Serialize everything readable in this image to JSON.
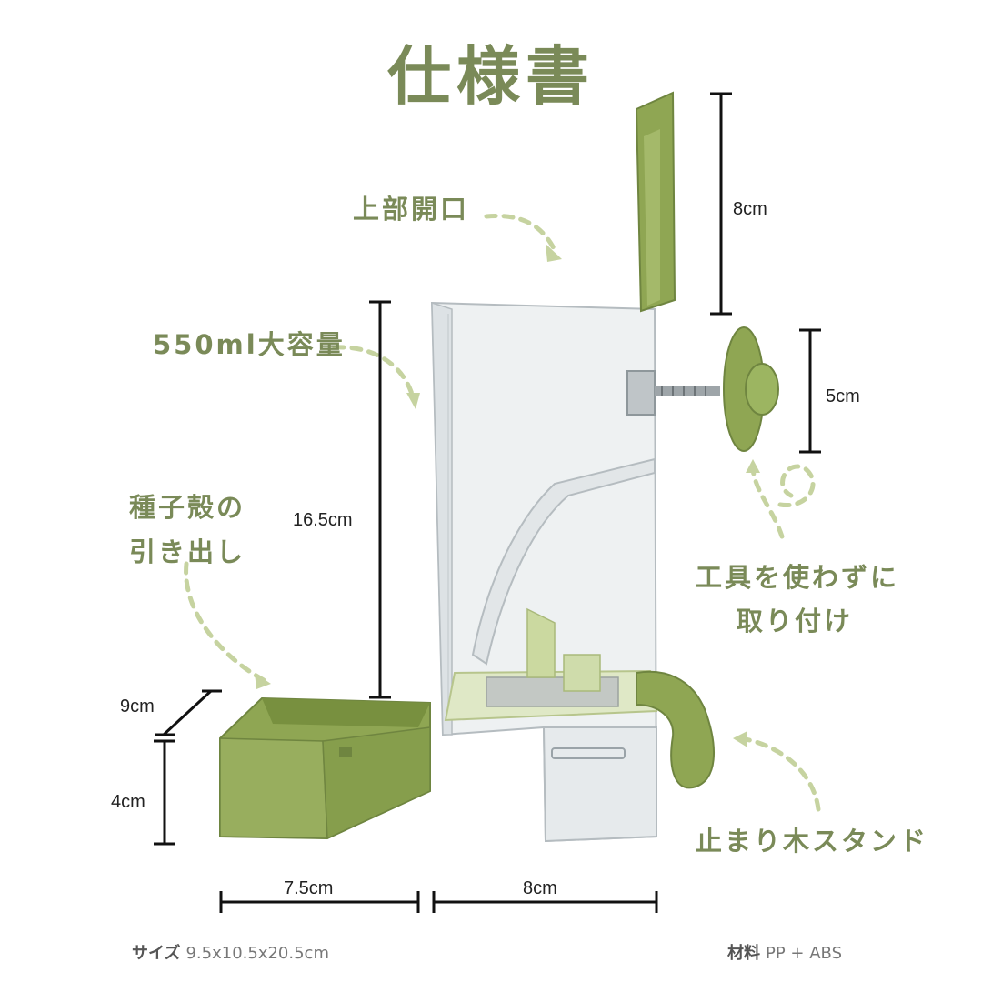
{
  "title": "仕様書",
  "labels": {
    "top_opening": "上部開口",
    "capacity": "550ml大容量",
    "drawer_line1": "種子殻の",
    "drawer_line2": "引き出し",
    "tool_free_line1": "工具を使わずに",
    "tool_free_line2": "取り付け",
    "perch_stand": "止まり木スタンド"
  },
  "dimensions": {
    "lid_height": "8cm",
    "knob_diameter": "5cm",
    "body_height": "16.5cm",
    "drawer_depth": "9cm",
    "drawer_height": "4cm",
    "drawer_width": "7.5cm",
    "body_width": "8cm"
  },
  "footer": {
    "size_label": "サイズ",
    "size_value": "9.5x10.5x20.5cm",
    "material_label": "材料",
    "material_value": "PP + ABS"
  },
  "colors": {
    "accent_green": "#7a8a58",
    "product_green": "#8fa653",
    "arrow_green": "#c6d3a0"
  }
}
